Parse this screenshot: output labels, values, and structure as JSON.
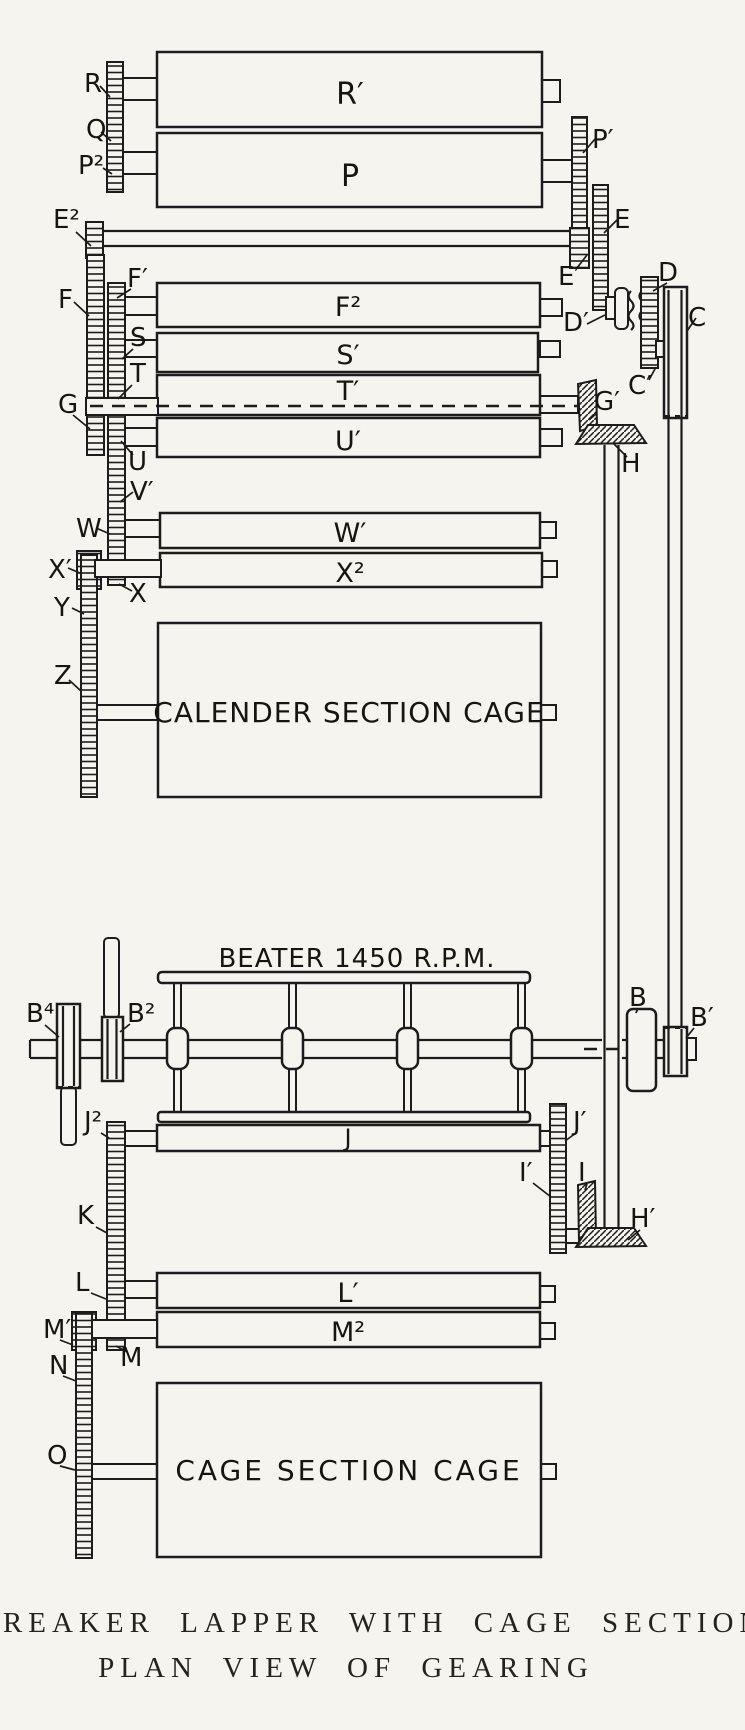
{
  "diagram": {
    "caption": {
      "line1": "BREAKER LAPPER WITH CAGE SECTION",
      "line2": "PLAN VIEW OF GEARING"
    },
    "beater_label": "BEATER 1450 R.P.M.",
    "boxes": {
      "calender": "CALENDER SECTION CAGE",
      "cage": "CAGE SECTION CAGE"
    },
    "rollers": {
      "R1": "R′",
      "P": "P",
      "F2": "F²",
      "S1": "S′",
      "T1": "T′",
      "U1": "U′",
      "W1": "W′",
      "X2": "X²",
      "J": "J",
      "L1": "L′",
      "M2": "M²"
    },
    "gears": {
      "R": "R",
      "Q": "Q",
      "P2": "P²",
      "E2": "E²",
      "P1": "P′",
      "E": "E",
      "E1": "E′",
      "D": "D",
      "D1": "D′",
      "C": "C",
      "C1": "C′",
      "F": "F",
      "F1": "F′",
      "S": "S",
      "T": "T",
      "G": "G",
      "U": "U",
      "V1": "V′",
      "W": "W",
      "X": "X",
      "X1": "X′",
      "Y": "Y",
      "Z": "Z",
      "G1": "G′",
      "H": "H",
      "B": "B",
      "B1": "B′",
      "B2": "B²",
      "B4": "B⁴",
      "J1": "J′",
      "J2": "J²",
      "I": "I",
      "I1": "I′",
      "H1": "H′",
      "K": "K",
      "L": "L",
      "M": "M",
      "M1": "M′",
      "N": "N",
      "O": "O"
    }
  },
  "colors": {
    "paper": "#f6f4ee",
    "ink": "#1c1c1c"
  }
}
